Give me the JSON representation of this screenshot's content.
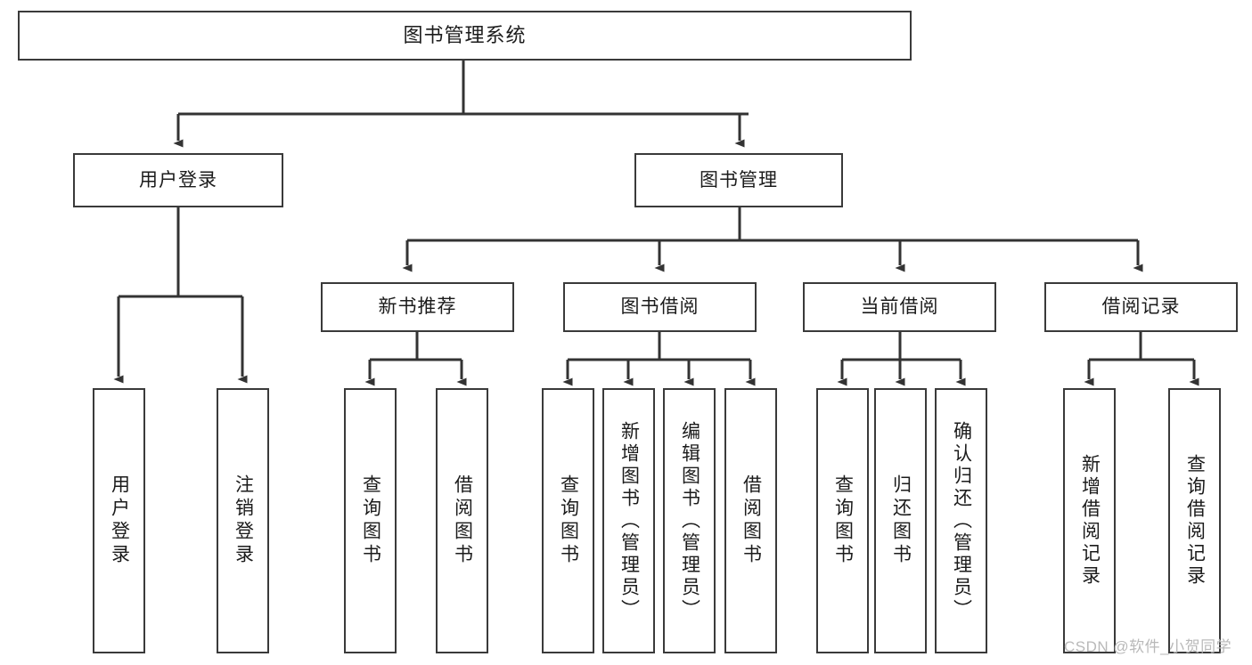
{
  "diagram": {
    "type": "tree-hierarchy",
    "title": "图书管理系统",
    "levels": {
      "root": {
        "label": "图书管理系统"
      },
      "level1": [
        {
          "id": "user-login",
          "label": "用户登录"
        },
        {
          "id": "book-management",
          "label": "图书管理"
        }
      ],
      "level2": [
        {
          "id": "new-book-recommend",
          "label": "新书推荐",
          "parent": "book-management"
        },
        {
          "id": "book-borrow",
          "label": "图书借阅",
          "parent": "book-management"
        },
        {
          "id": "current-borrow",
          "label": "当前借阅",
          "parent": "book-management"
        },
        {
          "id": "borrow-record",
          "label": "借阅记录",
          "parent": "book-management"
        }
      ],
      "level3": [
        {
          "id": "leaf-1",
          "label": "用户登录",
          "parent": "user-login"
        },
        {
          "id": "leaf-2",
          "label": "注销登录",
          "parent": "user-login"
        },
        {
          "id": "leaf-3",
          "label": "查询图书",
          "parent": "new-book-recommend"
        },
        {
          "id": "leaf-4",
          "label": "借阅图书",
          "parent": "new-book-recommend"
        },
        {
          "id": "leaf-5",
          "label": "查询图书",
          "parent": "book-borrow"
        },
        {
          "id": "leaf-6",
          "label": "新增图书（管理员）",
          "parent": "book-borrow"
        },
        {
          "id": "leaf-7",
          "label": "编辑图书（管理员）",
          "parent": "book-borrow"
        },
        {
          "id": "leaf-8",
          "label": "借阅图书",
          "parent": "book-borrow"
        },
        {
          "id": "leaf-9",
          "label": "查询图书",
          "parent": "current-borrow"
        },
        {
          "id": "leaf-10",
          "label": "归还图书",
          "parent": "current-borrow"
        },
        {
          "id": "leaf-11",
          "label": "确认归还（管理员）",
          "parent": "current-borrow"
        },
        {
          "id": "leaf-12",
          "label": "新增借阅记录",
          "parent": "borrow-record"
        },
        {
          "id": "leaf-13",
          "label": "查询借阅记录",
          "parent": "borrow-record"
        }
      ]
    },
    "colors": {
      "box_border": "#3a3a3a",
      "box_fill": "#ffffff",
      "connector": "#333333",
      "text": "#1b1b1b",
      "watermark": "#b9b9b9",
      "background": "#ffffff"
    }
  },
  "watermark": {
    "text": "CSDN @软件_小贺同学"
  }
}
